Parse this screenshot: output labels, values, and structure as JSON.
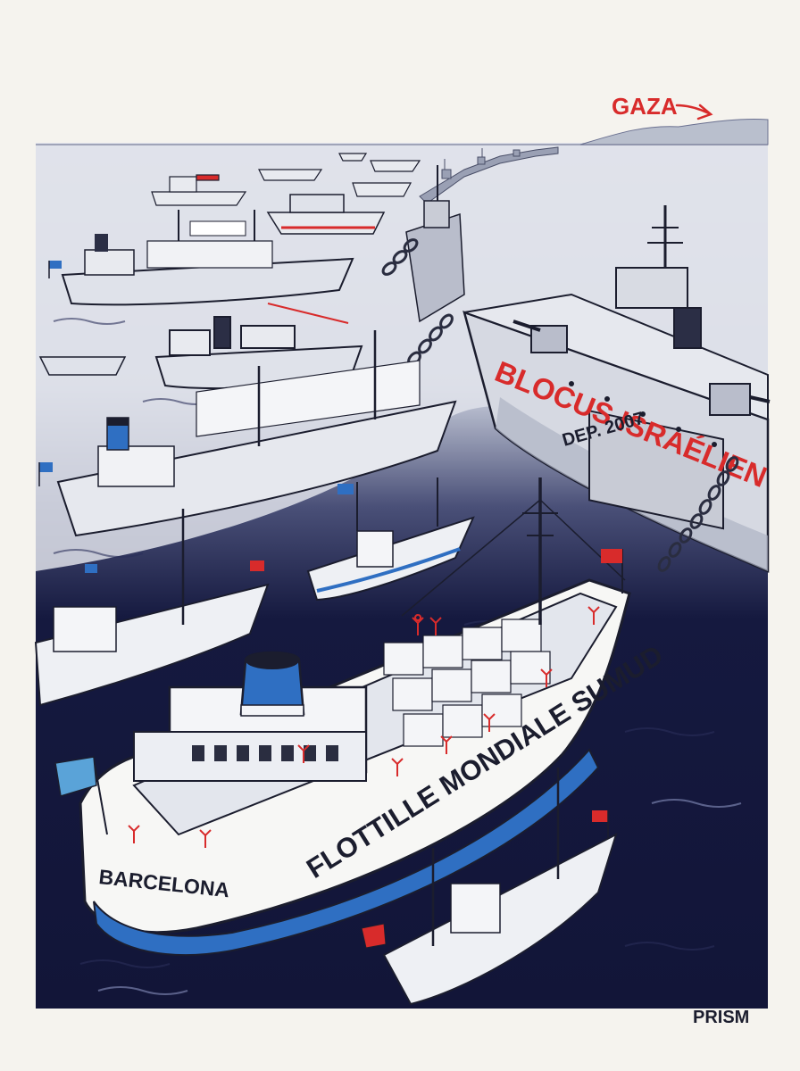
{
  "texts": {
    "gaza_label": "GAZA",
    "warship_name": "BLOCUS ISRAÉLIEN",
    "warship_date": "DEP. 2007",
    "main_ship_name": "FLOTTILLE MONDIALE SUMUD",
    "main_ship_port": "BARCELONA",
    "artist_signature": "PRISM"
  },
  "colors": {
    "paper": "#f5f3ee",
    "sea_dark": "#15193f",
    "sea_light": "#d7dbe6",
    "hull_white": "#f7f7f5",
    "hull_grey": "#c9ccd6",
    "ink": "#1b1d2e",
    "accent_red": "#d82b2b",
    "funnel_blue": "#2f6fc2"
  }
}
